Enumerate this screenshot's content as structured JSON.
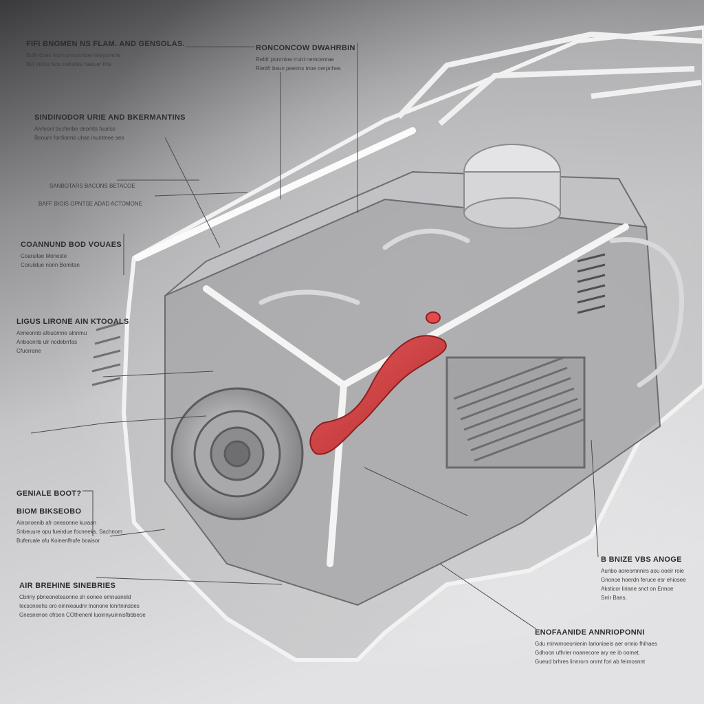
{
  "colors": {
    "background_top": "#3a3a3c",
    "background_mid": "#9c9c9f",
    "background_bottom": "#dcdcde",
    "line_art": "#8a8a8c",
    "highlight_pipe": "#d23a3c",
    "label_text": "#2c2c2c"
  },
  "callouts": [
    {
      "id": "c1",
      "title": "FIFI BNOMEN NS FLAM. AND GENSOLAS.",
      "lines": [
        "Bufhrdoes fsom pnounntoe rinvyomme",
        "Buf inone fsou nebufes rtaeuer fins"
      ]
    },
    {
      "id": "c2",
      "title": "RONCONCOW DWAHRBIN",
      "lines": [
        "Rebfr ponrnioe rruirt nemcenrae",
        "Rtebfr beun peeirns tnoe oerpnhes"
      ]
    },
    {
      "id": "c3",
      "title": "SINDINODOR URIE AND BKERMANTINS",
      "lines": [
        "Aivfeonl bucfenbe deomts fuuriss",
        "Beoure fonfionnb uhse inuntmee ses"
      ]
    },
    {
      "id": "c4",
      "title": "",
      "lines": [
        "SANBOTARS BACONS BETACOE",
        "BAFF BIOIS OPNTSE ADAD ACTOMONE"
      ]
    },
    {
      "id": "c5",
      "title": "COANNUND BOD VOUAES",
      "lines": [
        "Coaruilae Moneste",
        "Coruildue nonn Bomitan"
      ]
    },
    {
      "id": "c6",
      "title": "LIGUS LIRONE AIN KTOOALS",
      "lines": [
        "Aimeonnb afeuomne alnnmu",
        "Anboonnb ulr nodebrrfas",
        "Cfuorrane"
      ]
    },
    {
      "id": "c7",
      "title": "GENIALE BOOT?",
      "lines": []
    },
    {
      "id": "c8",
      "title": "BIOM BIKSEOBO",
      "lines": [
        "Ainonoenib afr oneaonne kuraan",
        "Snbeuure opu fueirdue focneeks. Sachnom",
        "Buferuale ofu Koinenfhufe boaisor"
      ]
    },
    {
      "id": "c9",
      "title": "AIR BREHINE SINEBRIES",
      "lines": [
        "Cbriny pbneoneteaonne sh eonee emnuaneld",
        "Iecsoneehs oro einnieaudnr lnonone lonrtninsbes",
        "Gnesnenoe ofrsen COthenenl luoinnyuinnisfbbbeoe"
      ]
    },
    {
      "id": "c10",
      "title": "B BNIZE VBS ANOGE",
      "lines": [
        "Aunbo aoreomnnirs aou ooeir roie",
        "Gnonoe hoerdn feruce esr ehiosee",
        "Aksticor liriane snct on Ennoe",
        "Srrir Bans."
      ]
    },
    {
      "id": "c11",
      "title": "ENOFAANIDE ANNRIOPONNI",
      "lines": [
        "Gdu mirwrnoeonienin larioniaeis aer onnio fhihaes",
        "Gdhoon ufhrier noanecore ary ee ib oomet.",
        "Gueud brhres linnrorn onrnt fori ab feirnosnnt"
      ]
    }
  ]
}
